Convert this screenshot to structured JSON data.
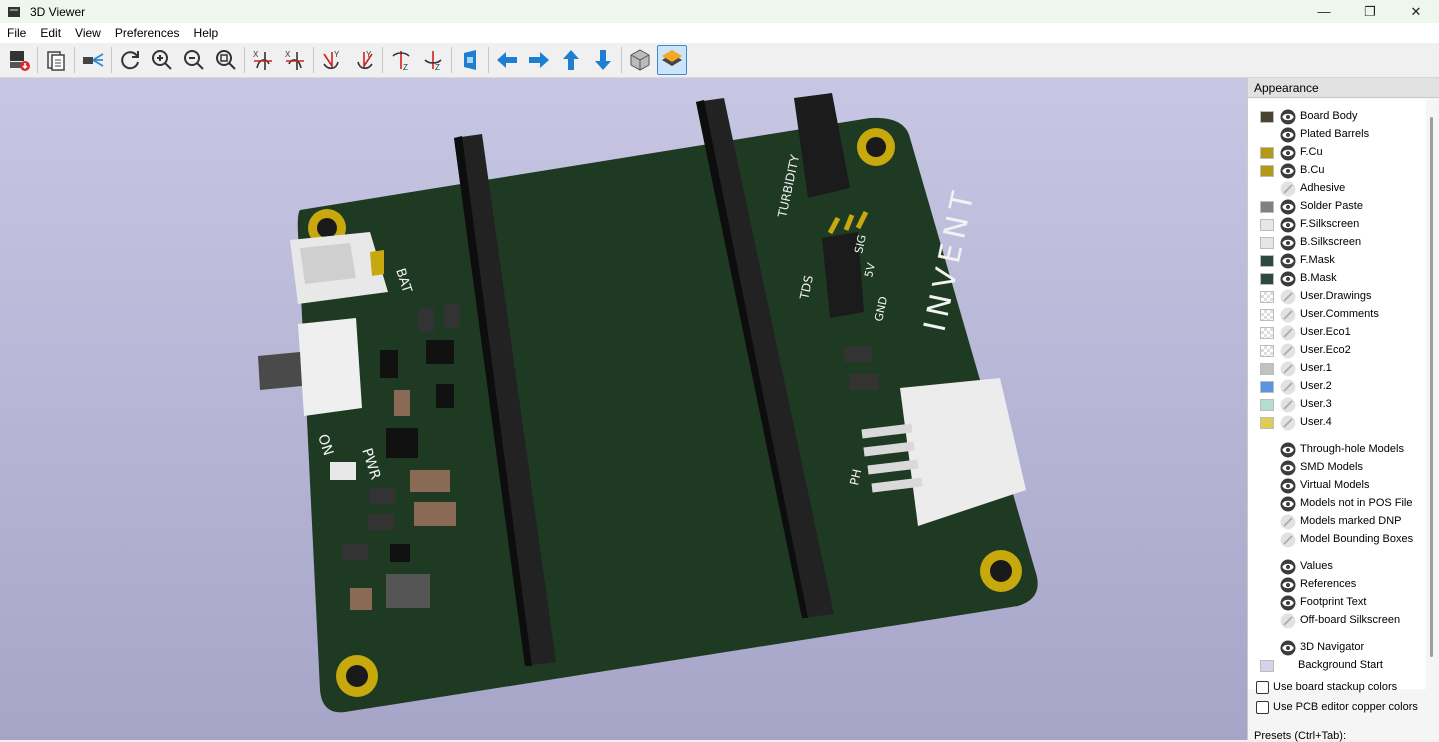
{
  "window": {
    "title": "3D Viewer",
    "controls": [
      "minimize",
      "maximize",
      "close"
    ]
  },
  "menubar": [
    "File",
    "Edit",
    "View",
    "Preferences",
    "Help"
  ],
  "toolbar": {
    "buttons": [
      "export-image",
      "copy-clipboard",
      "raytrace-render",
      "reload",
      "zoom-in",
      "zoom-out",
      "zoom-fit",
      "rotate-x-cw",
      "rotate-x-ccw",
      "rotate-y-cw",
      "rotate-y-ccw",
      "rotate-z-cw",
      "rotate-z-ccw",
      "flip-board",
      "pan-left",
      "pan-right",
      "pan-up",
      "pan-down",
      "ortho-projection",
      "layers-manager"
    ],
    "active": "layers-manager"
  },
  "board": {
    "silkscreen": {
      "bat": "BAT",
      "on": "ON",
      "pwr": "PWR",
      "turbidity": "TURBIDITY",
      "tds": "TDS",
      "ph": "PH",
      "gnd": "GND",
      "fiveV": "5V",
      "sig": "SIG",
      "logo": "INVENT"
    }
  },
  "appearance": {
    "title": "Appearance",
    "layers": [
      {
        "label": "Board Body",
        "color": "#4a4332",
        "visible": true
      },
      {
        "label": "Plated Barrels",
        "color": "",
        "visible": true
      },
      {
        "label": "F.Cu",
        "color": "#b39a16",
        "visible": true
      },
      {
        "label": "B.Cu",
        "color": "#b39a16",
        "visible": true
      },
      {
        "label": "Adhesive",
        "color": "",
        "visible": false
      },
      {
        "label": "Solder Paste",
        "color": "#808080",
        "visible": true
      },
      {
        "label": "F.Silkscreen",
        "color": "#e6e6e6",
        "visible": true
      },
      {
        "label": "B.Silkscreen",
        "color": "#e6e6e6",
        "visible": true
      },
      {
        "label": "F.Mask",
        "color": "#2e4a3c",
        "visible": true
      },
      {
        "label": "B.Mask",
        "color": "#2e4a3c",
        "visible": true
      },
      {
        "label": "User.Drawings",
        "color": "checker",
        "visible": false
      },
      {
        "label": "User.Comments",
        "color": "checker",
        "visible": false
      },
      {
        "label": "User.Eco1",
        "color": "checker",
        "visible": false
      },
      {
        "label": "User.Eco2",
        "color": "checker",
        "visible": false
      },
      {
        "label": "User.1",
        "color": "#c2c2c2",
        "visible": false
      },
      {
        "label": "User.2",
        "color": "#5a95e0",
        "visible": false
      },
      {
        "label": "User.3",
        "color": "#b4ddd0",
        "visible": false
      },
      {
        "label": "User.4",
        "color": "#e0cc55",
        "visible": false
      }
    ],
    "models": [
      {
        "label": "Through-hole Models",
        "visible": true
      },
      {
        "label": "SMD Models",
        "visible": true
      },
      {
        "label": "Virtual Models",
        "visible": true
      },
      {
        "label": "Models not in POS File",
        "visible": true
      },
      {
        "label": "Models marked DNP",
        "visible": false
      },
      {
        "label": "Model Bounding Boxes",
        "visible": false
      }
    ],
    "text": [
      {
        "label": "Values",
        "visible": true
      },
      {
        "label": "References",
        "visible": true
      },
      {
        "label": "Footprint Text",
        "visible": true
      },
      {
        "label": "Off-board Silkscreen",
        "visible": false
      }
    ],
    "misc": [
      {
        "label": "3D Navigator",
        "visible": true
      },
      {
        "label": "Background Start",
        "color": "#d3d3ea"
      }
    ],
    "checkboxes": [
      {
        "label": "Use board stackup colors",
        "checked": false
      },
      {
        "label": "Use PCB editor copper colors",
        "checked": false
      }
    ],
    "presets_label": "Presets (Ctrl+Tab):"
  }
}
